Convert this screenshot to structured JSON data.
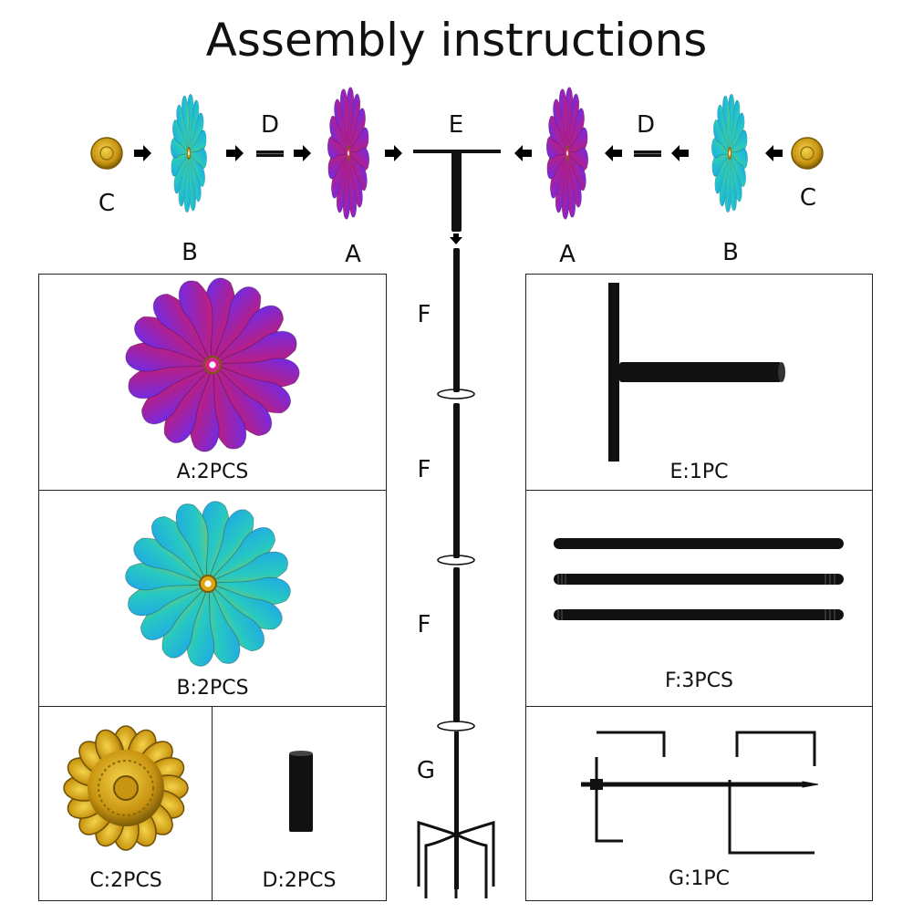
{
  "title": "Assembly instructions",
  "assembly_labels": {
    "c_left": "C",
    "b_left": "B",
    "d_left": "D",
    "a_left": "A",
    "e": "E",
    "a_right": "A",
    "d_right": "D",
    "b_right": "B",
    "c_right": "C"
  },
  "pole_labels": {
    "f1": "F",
    "f2": "F",
    "f3": "F",
    "g": "G"
  },
  "parts": {
    "a": "A:2PCS",
    "b": "B:2PCS",
    "c": "C:2PCS",
    "d": "D:2PCS",
    "e": "E:1PC",
    "f": "F:3PCS",
    "g": "G:1PC"
  },
  "colors": {
    "purple": "#7b2ff2",
    "magenta": "#d6218f",
    "blue": "#1aa8e6",
    "teal": "#21c5c9",
    "gold": "#d9a713",
    "pole": "#111111"
  }
}
